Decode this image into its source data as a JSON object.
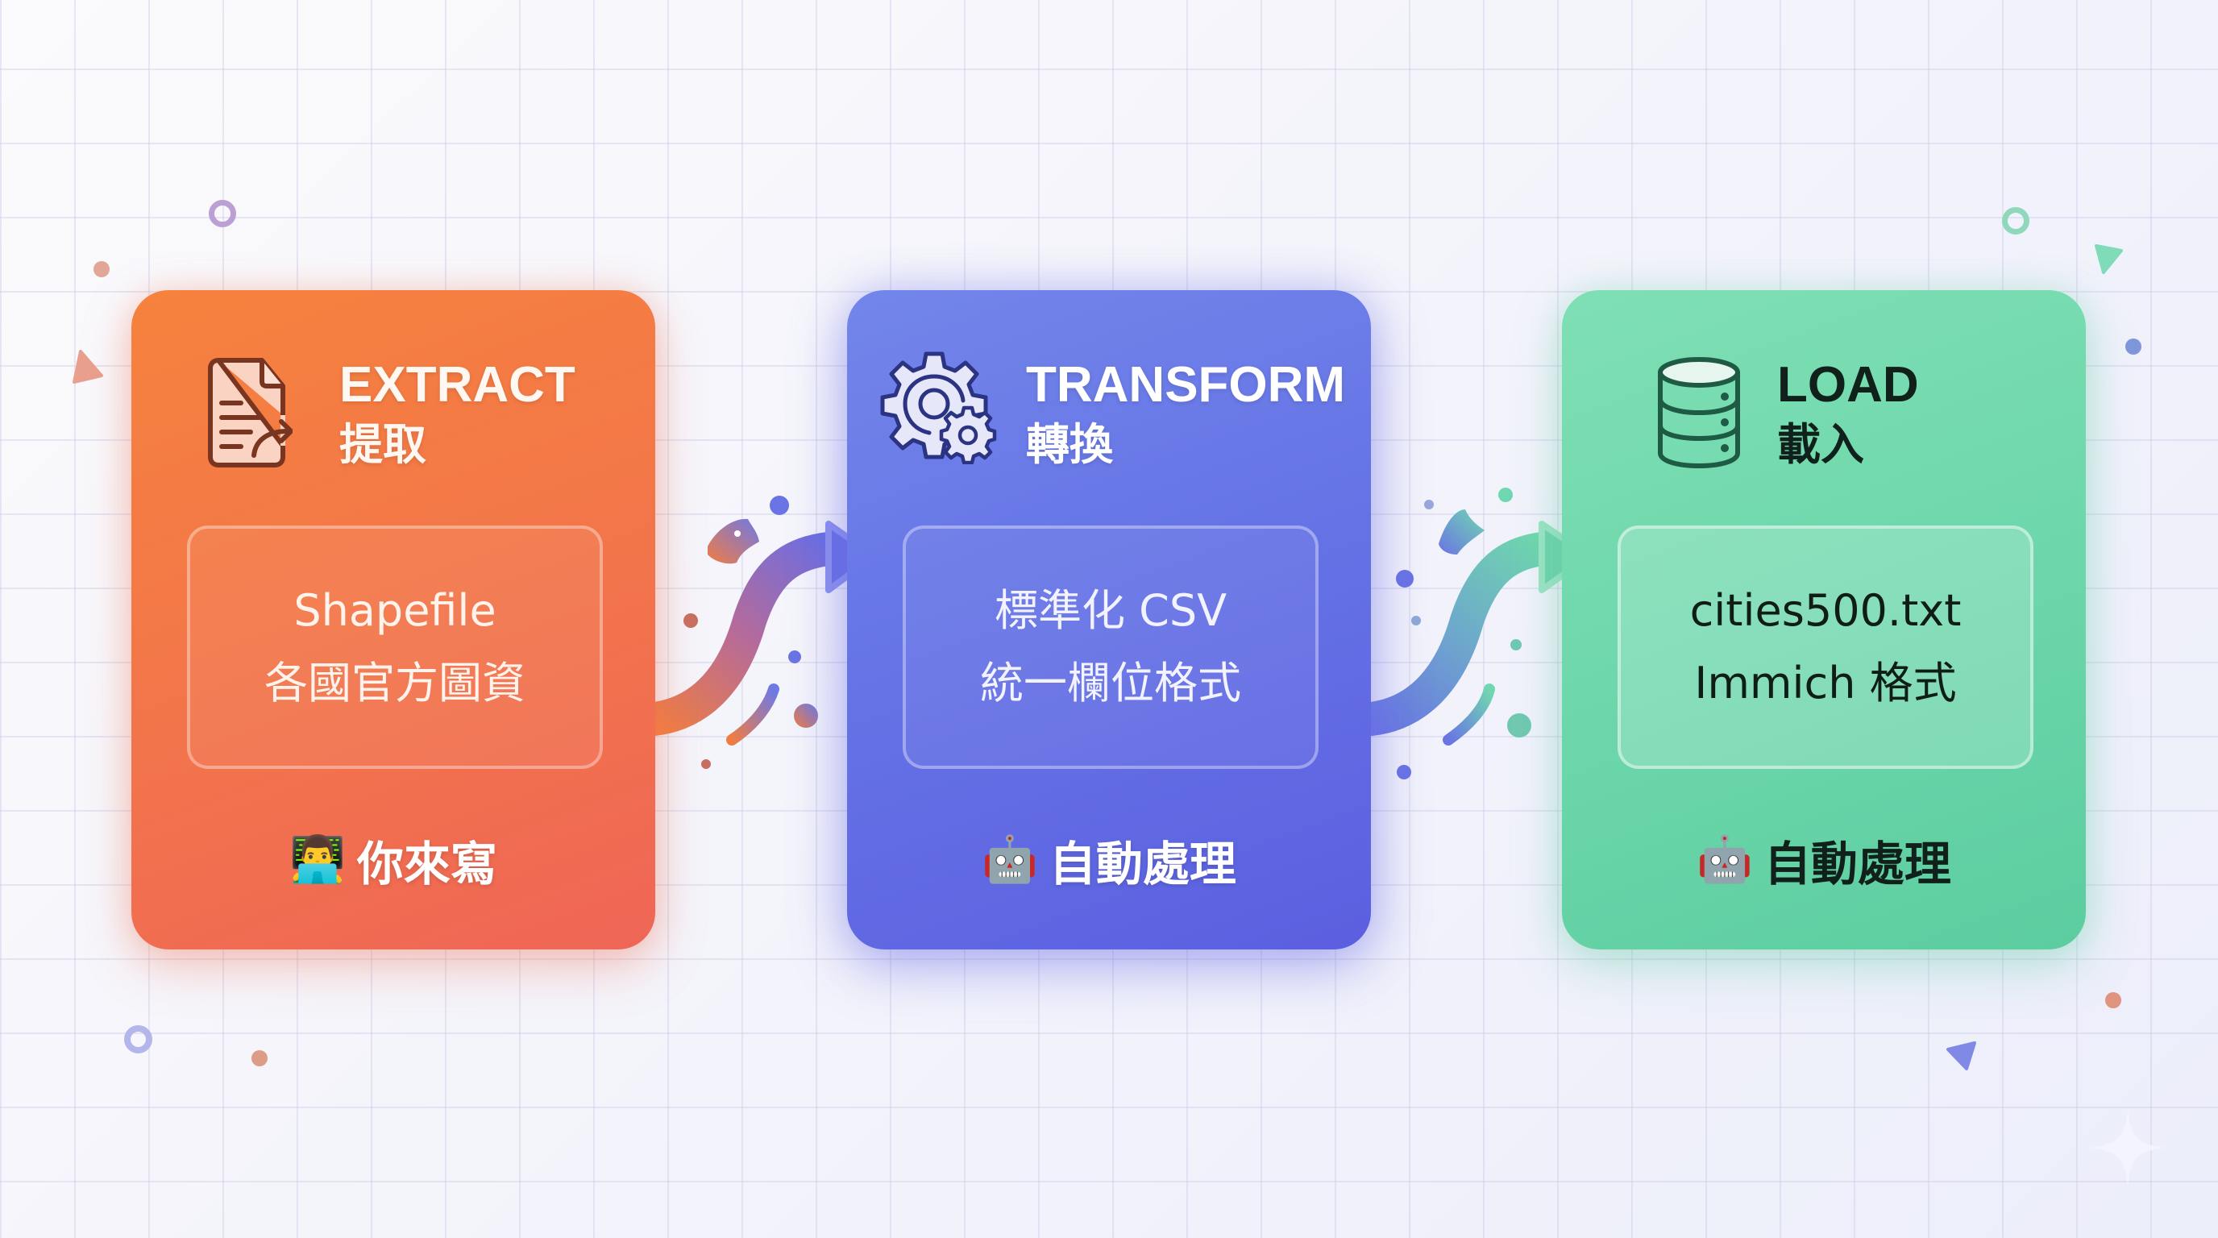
{
  "diagram": {
    "type": "etl-pipeline",
    "stages": [
      {
        "id": "extract",
        "icon": "document-export-icon",
        "title_en": "EXTRACT",
        "title_zh": "提取",
        "content_lines": [
          "Shapefile",
          "各國官方圖資"
        ],
        "owner_emoji": "👨‍💻",
        "owner_icon": "technologist-icon",
        "owner_label": "你來寫",
        "color_start": "#f6823d",
        "color_end": "#ef6656"
      },
      {
        "id": "transform",
        "icon": "gears-icon",
        "title_en": "TRANSFORM",
        "title_zh": "轉換",
        "content_lines": [
          "標準化 CSV",
          "統一欄位格式"
        ],
        "owner_emoji": "🤖",
        "owner_icon": "robot-icon",
        "owner_label": "自動處理",
        "color_start": "#7386ea",
        "color_end": "#5b5fe0"
      },
      {
        "id": "load",
        "icon": "database-icon",
        "title_en": "LOAD",
        "title_zh": "載入",
        "content_lines": [
          "cities500.txt",
          "Immich 格式"
        ],
        "owner_emoji": "🤖",
        "owner_icon": "robot-icon",
        "owner_label": "自動處理",
        "color_start": "#7fdfb4",
        "color_end": "#5ccda0"
      }
    ],
    "connectors": [
      {
        "from": "extract",
        "to": "transform",
        "color_start": "#f2803f",
        "color_end": "#6a6fe4"
      },
      {
        "from": "transform",
        "to": "load",
        "color_start": "#6a74e4",
        "color_end": "#6fd8ac"
      }
    ]
  }
}
